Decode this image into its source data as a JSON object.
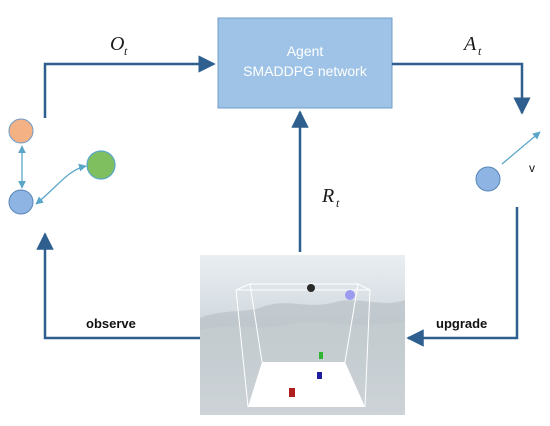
{
  "agent": {
    "line1": "Agent",
    "line2": "SMADDPG network",
    "fill": "#9ec3e6",
    "stroke": "#6f9cc8"
  },
  "labels": {
    "observation_main": "O",
    "observation_sub": "t",
    "action_main": "A",
    "action_sub": "t",
    "reward_main": "R",
    "reward_sub": "t",
    "observe": "observe",
    "upgrade": "upgrade",
    "velocity": "v"
  },
  "colors": {
    "arrow": "#2e5f8e",
    "node_blue": "#8db4e2",
    "node_orange": "#f4b183",
    "node_green": "#7fbf5f",
    "cyan_link": "#5aa6c8"
  },
  "environment": {
    "objects": [
      "black-ball",
      "purple-ball",
      "green-marker",
      "blue-marker",
      "red-marker"
    ]
  }
}
